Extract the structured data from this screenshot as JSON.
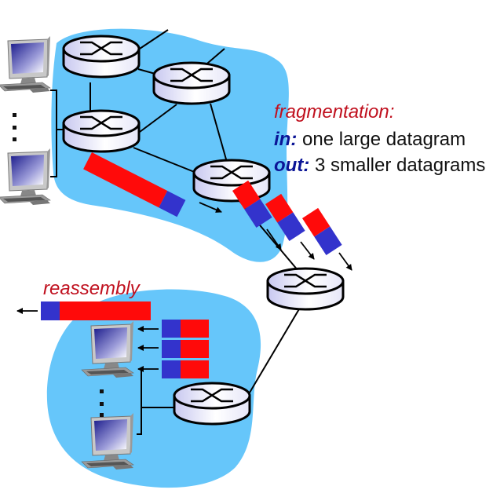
{
  "diagram": {
    "title": "IP fragmentation and reassembly",
    "colors": {
      "cloud": "#66c6fa",
      "payload_red": "#ff0a0a",
      "header_blue": "#3333cc",
      "router_fill_light": "#ffffff",
      "router_fill_dark": "#c8c8f0",
      "line": "#000000",
      "label_red": "#c0101e",
      "label_blue": "#0b1596"
    },
    "labels": {
      "fragmentation_title": "fragmentation:",
      "in_keyword": "in:",
      "in_text": " one large datagram",
      "out_keyword": "out:",
      "out_text": " 3 smaller datagrams",
      "reassembly": "reassembly"
    },
    "icons": {
      "router": "router-icon",
      "host": "desktop-computer-icon",
      "ellipsis": "vertical-ellipsis-icon",
      "arrow": "arrow-icon"
    },
    "networks": [
      {
        "name": "source-network",
        "routers": 4,
        "hosts_shown": 2
      },
      {
        "name": "destination-network",
        "routers": 1,
        "hosts_shown": 2
      }
    ],
    "datagrams": {
      "large_in": {
        "count": 1,
        "parts": [
          "payload",
          "header"
        ]
      },
      "fragments_out": {
        "count": 3,
        "parts": [
          "payload",
          "header"
        ]
      },
      "fragments_received": {
        "count": 3,
        "parts": [
          "header",
          "payload"
        ]
      },
      "reassembled": {
        "count": 1,
        "parts": [
          "header",
          "payload"
        ]
      }
    }
  }
}
